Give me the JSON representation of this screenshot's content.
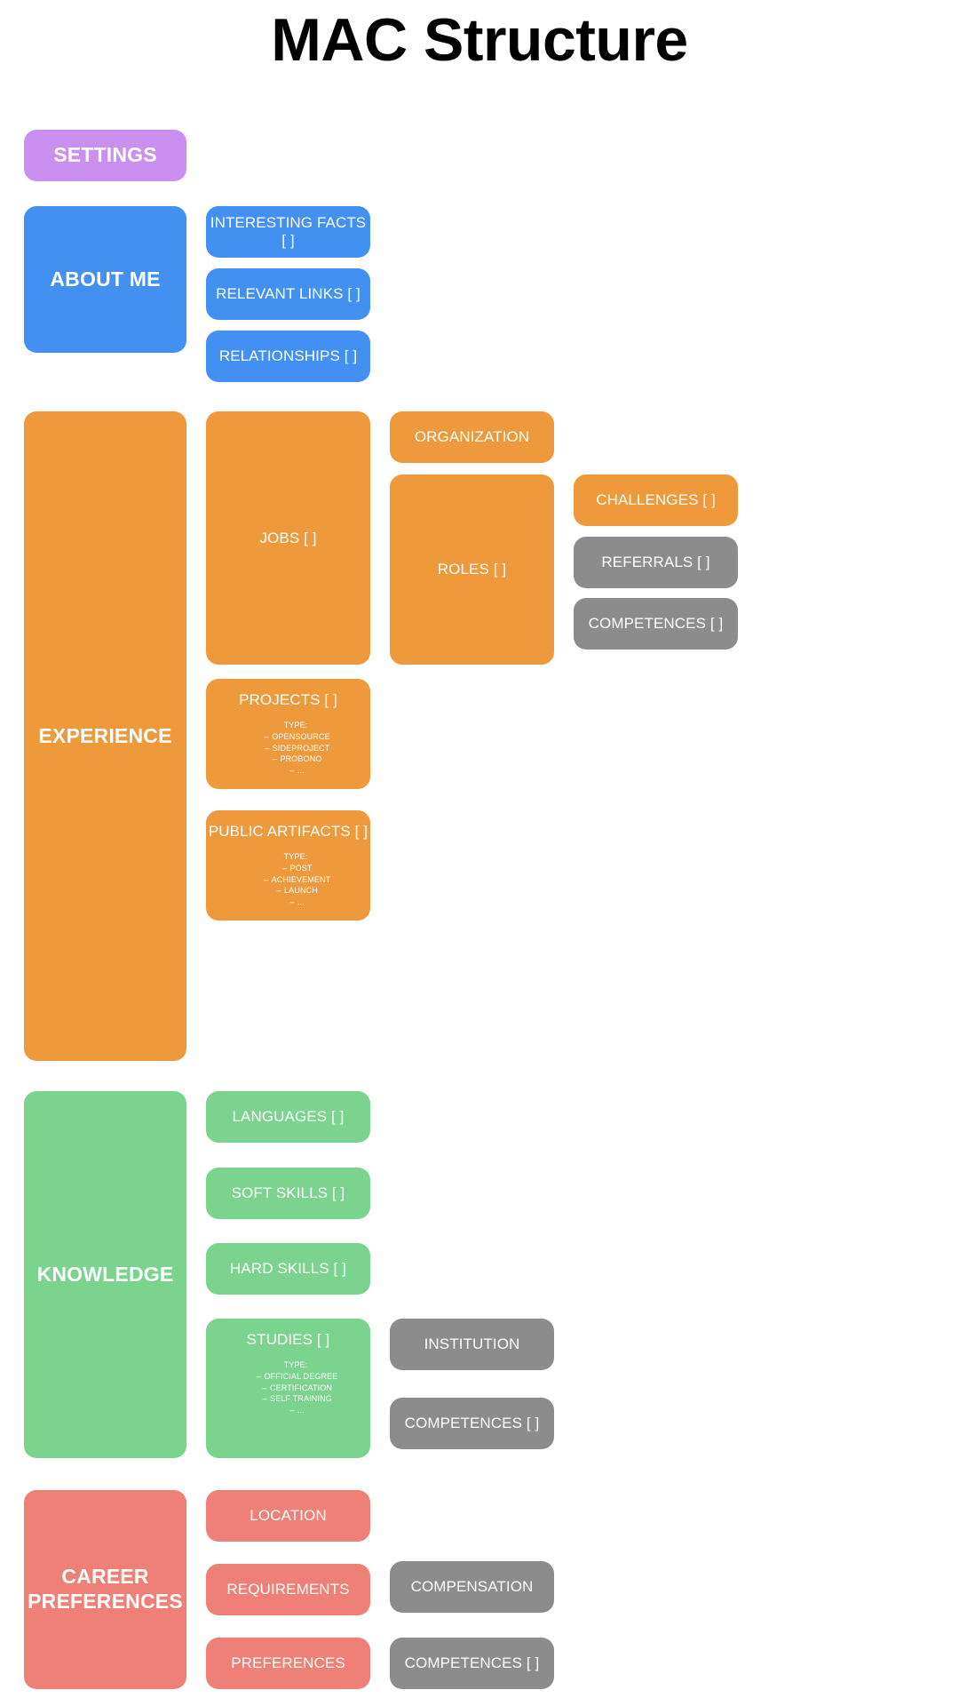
{
  "page": {
    "title": "MAC Structure",
    "background": "#ffffff"
  },
  "colors": {
    "settings": "#CB8FF0",
    "about_me": "#4190F2",
    "experience": "#EE9A3C",
    "knowledge": "#7BD48E",
    "career_preferences": "#EE8078",
    "shared_entity": "#8C8C8C",
    "text_on_node": "#ffffff",
    "title_text": "#000000"
  },
  "sections": {
    "settings": {
      "label": "SETTINGS"
    },
    "about_me": {
      "label": "ABOUT ME",
      "children": [
        {
          "label": "INTERESTING FACTS [ ]"
        },
        {
          "label": "RELEVANT LINKS [ ]"
        },
        {
          "label": "RELATIONSHIPS [ ]"
        }
      ]
    },
    "experience": {
      "label": "EXPERIENCE",
      "jobs": {
        "label": "JOBS [ ]"
      },
      "organization": {
        "label": "ORGANIZATION"
      },
      "roles": {
        "label": "ROLES [ ]"
      },
      "challenges": {
        "label": "CHALLENGES [ ]"
      },
      "referrals": {
        "label": "REFERRALS [ ]"
      },
      "competences": {
        "label": "COMPETENCES [ ]"
      },
      "projects": {
        "label": "PROJECTS [ ]",
        "type_label": "TYPE:",
        "types": [
          "OPENSOURCE",
          "SIDEPROJECT",
          "PROBONO",
          "..."
        ]
      },
      "public_artifacts": {
        "label": "PUBLIC ARTIFACTS [ ]",
        "type_label": "TYPE:",
        "types": [
          "POST",
          "ACHIEVEMENT",
          "LAUNCH",
          "..."
        ]
      }
    },
    "knowledge": {
      "label": "KNOWLEDGE",
      "languages": {
        "label": "LANGUAGES [ ]"
      },
      "soft_skills": {
        "label": "SOFT SKILLS [ ]"
      },
      "hard_skills": {
        "label": "HARD SKILLS [ ]"
      },
      "studies": {
        "label": "STUDIES [ ]",
        "type_label": "TYPE:",
        "types": [
          "OFFICIAL DEGREE",
          "CERTIFICATION",
          "SELF TRAINING",
          "..."
        ]
      },
      "institution": {
        "label": "INSTITUTION"
      },
      "competences": {
        "label": "COMPETENCES [ ]"
      }
    },
    "career_preferences": {
      "label": "CAREER\nPREFERENCES",
      "label_line1": "CAREER",
      "label_line2": "PREFERENCES",
      "location": {
        "label": "LOCATION"
      },
      "requirements": {
        "label": "REQUIREMENTS"
      },
      "compensation": {
        "label": "COMPENSATION"
      },
      "preferences": {
        "label": "PREFERENCES"
      },
      "competences": {
        "label": "COMPETENCES [ ]"
      }
    }
  }
}
